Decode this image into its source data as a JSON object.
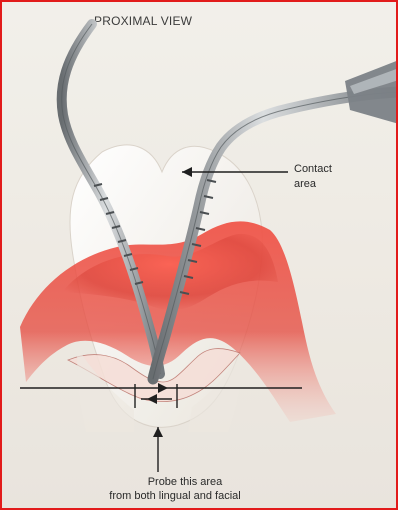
{
  "title": "PROXIMAL VIEW",
  "labels": {
    "contact_line_1": "Contact",
    "contact_line_2": "area",
    "probe_line_1": "Probe this area",
    "probe_line_2": "from both lingual and facial"
  },
  "colors": {
    "frame_border": "#e21b1b",
    "gum_red": "#d9322a",
    "tooth": "#f4f1eb",
    "instrument_steel": "#8f9498"
  }
}
